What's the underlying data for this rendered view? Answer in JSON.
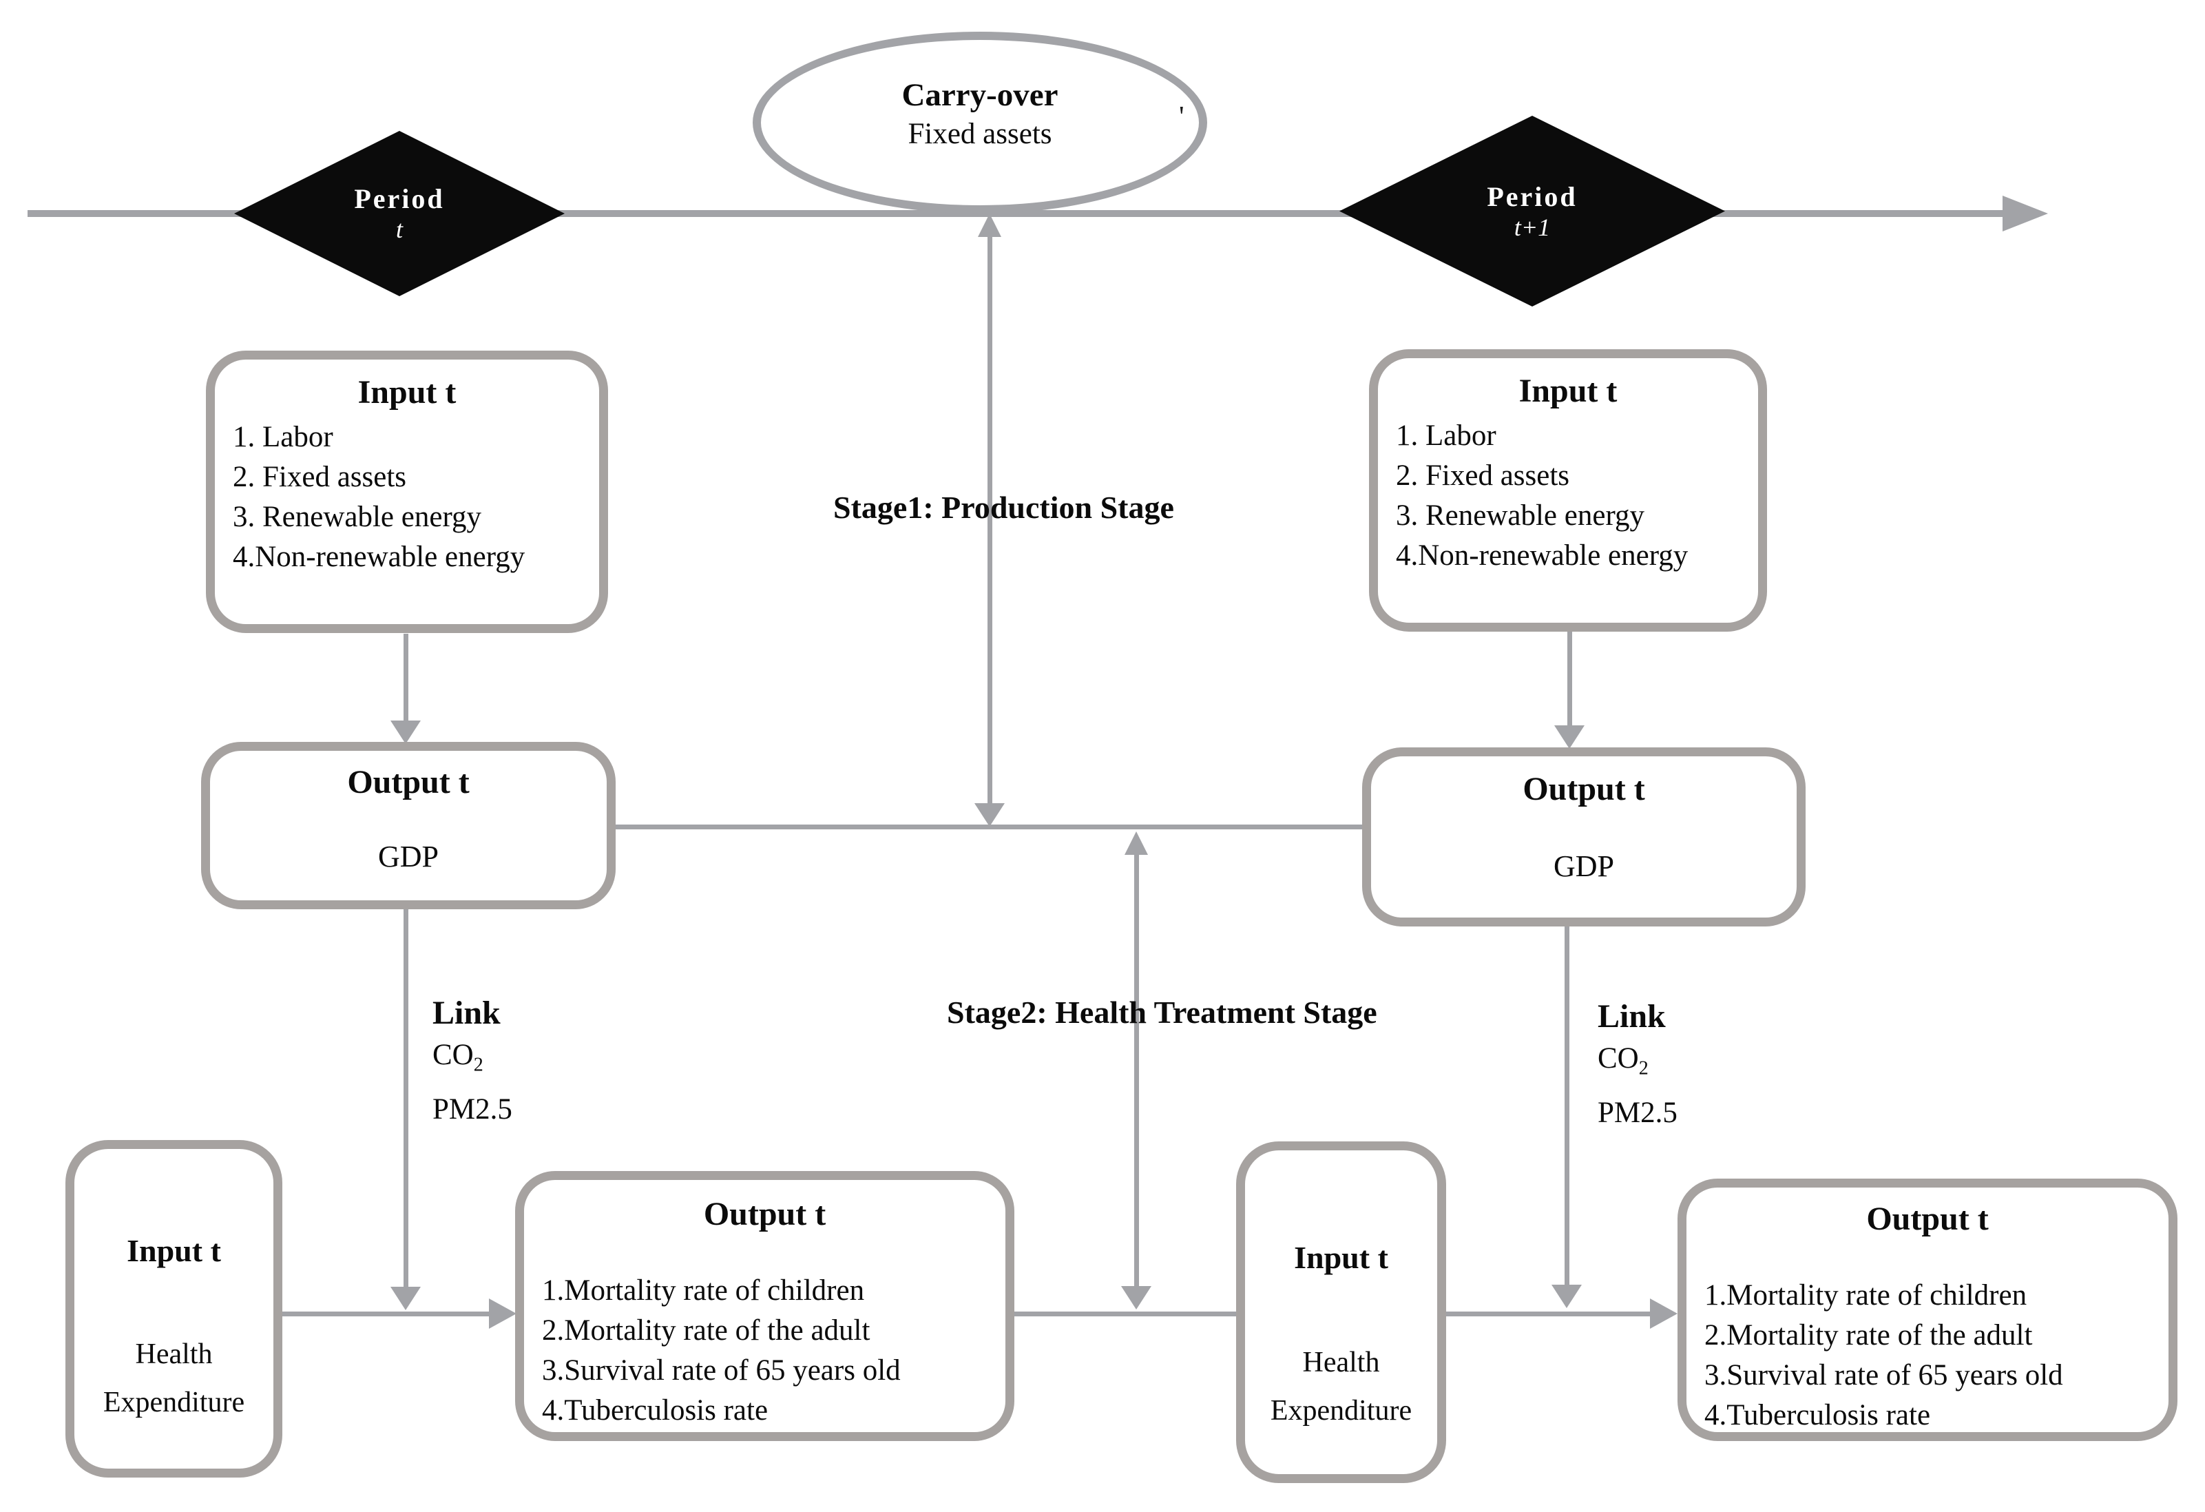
{
  "palette": {
    "line_gray": "#a2a3a7",
    "box_border_gray": "#a6a2a0",
    "diamond_black": "#0b0b0b",
    "text": "#0b0b0b",
    "background": "#ffffff"
  },
  "timeline": {
    "period_left": {
      "label": "Period",
      "sub": "t"
    },
    "period_right": {
      "label": "Period",
      "sub": "t+1"
    }
  },
  "carryover": {
    "title": "Carry-over",
    "subtitle": "Fixed assets",
    "stray_mark": "'"
  },
  "stages": {
    "stage1": "Stage1: Production Stage",
    "stage2": "Stage2: Health Treatment Stage"
  },
  "links": {
    "left": {
      "title": "Link",
      "co_main": "CO",
      "co_sub": "2",
      "pm": "PM2.5"
    },
    "right": {
      "title": "Link",
      "co_main": "CO",
      "co_sub": "2",
      "pm": "PM2.5"
    }
  },
  "boxes": {
    "input_top_left": {
      "title": "Input t",
      "items": [
        "1. Labor",
        "2. Fixed assets",
        "3. Renewable energy",
        "4.Non-renewable energy"
      ]
    },
    "input_top_right": {
      "title": "Input t",
      "items": [
        "1. Labor",
        "2. Fixed assets",
        "3. Renewable energy",
        "4.Non-renewable energy"
      ]
    },
    "output_gdp_left": {
      "title": "Output t",
      "value": "GDP"
    },
    "output_gdp_right": {
      "title": "Output t",
      "value": "GDP"
    },
    "input_health_left": {
      "title": "Input t",
      "line1": "Health",
      "line2": "Expenditure"
    },
    "input_health_mid": {
      "title": "Input t",
      "line1": "Health",
      "line2": "Expenditure"
    },
    "output_health_left": {
      "title": "Output t",
      "items": [
        "1.Mortality rate of children",
        "2.Mortality rate of the adult",
        "3.Survival rate of 65 years old",
        "4.Tuberculosis rate"
      ]
    },
    "output_health_right": {
      "title": "Output t",
      "items": [
        "1.Mortality rate of children",
        "2.Mortality rate of the adult",
        "3.Survival rate of 65 years old",
        "4.Tuberculosis rate"
      ]
    }
  }
}
